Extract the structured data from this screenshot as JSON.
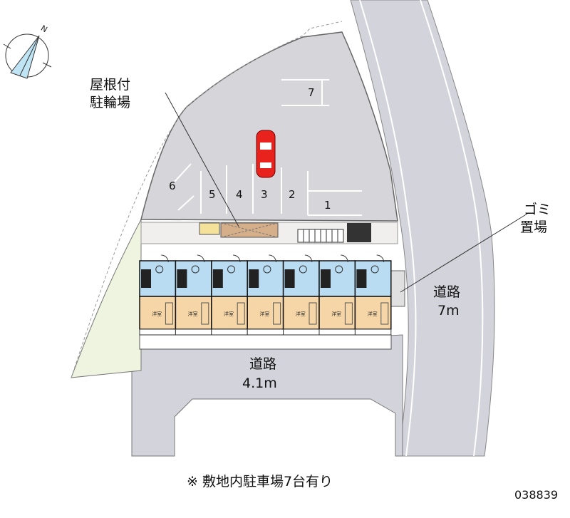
{
  "labels": {
    "bicycle_parking_line1": "屋根付",
    "bicycle_parking_line2": "駐輪場",
    "garbage_line1": "ゴミ",
    "garbage_line2": "置場",
    "road_right_name": "道路",
    "road_right_width": "7m",
    "road_bottom_name": "道路",
    "road_bottom_width": "4.1m",
    "footnote": "※ 敷地内駐車場7台有り",
    "property_code": "038839",
    "compass_letter": "N"
  },
  "parking_spaces": [
    "1",
    "2",
    "3",
    "4",
    "5",
    "6",
    "7"
  ],
  "units": [
    {
      "room_label": "洋室"
    },
    {
      "room_label": "洋室"
    },
    {
      "room_label": "洋室"
    },
    {
      "room_label": "洋室"
    },
    {
      "room_label": "洋室"
    },
    {
      "room_label": "洋室"
    },
    {
      "room_label": "洋室"
    }
  ],
  "colors": {
    "lot": "#d6d6da",
    "road": "#d3d3db",
    "green": "#eef4df",
    "room_blue": "#b9dcf2",
    "room_peach": "#f6d6a6",
    "car": "#e8231e"
  }
}
